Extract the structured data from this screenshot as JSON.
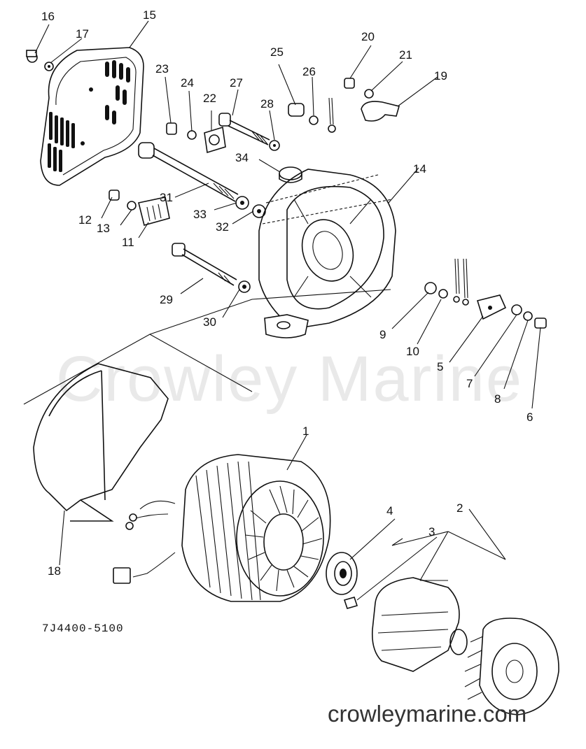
{
  "watermark": "Crowley Marine",
  "site_text": "crowleymarine.com",
  "diagram_code": "7J4400-5100",
  "callouts": [
    {
      "id": "16",
      "label": "16"
    },
    {
      "id": "17",
      "label": "17"
    },
    {
      "id": "15",
      "label": "15"
    },
    {
      "id": "23",
      "label": "23"
    },
    {
      "id": "24",
      "label": "24"
    },
    {
      "id": "22",
      "label": "22"
    },
    {
      "id": "27",
      "label": "27"
    },
    {
      "id": "28",
      "label": "28"
    },
    {
      "id": "25",
      "label": "25"
    },
    {
      "id": "26",
      "label": "26"
    },
    {
      "id": "20",
      "label": "20"
    },
    {
      "id": "21",
      "label": "21"
    },
    {
      "id": "19",
      "label": "19"
    },
    {
      "id": "34",
      "label": "34"
    },
    {
      "id": "14",
      "label": "14"
    },
    {
      "id": "31",
      "label": "31"
    },
    {
      "id": "12",
      "label": "12"
    },
    {
      "id": "13",
      "label": "13"
    },
    {
      "id": "33",
      "label": "33"
    },
    {
      "id": "32",
      "label": "32"
    },
    {
      "id": "11",
      "label": "11"
    },
    {
      "id": "29",
      "label": "29"
    },
    {
      "id": "30",
      "label": "30"
    },
    {
      "id": "9",
      "label": "9"
    },
    {
      "id": "10",
      "label": "10"
    },
    {
      "id": "5",
      "label": "5"
    },
    {
      "id": "7",
      "label": "7"
    },
    {
      "id": "8",
      "label": "8"
    },
    {
      "id": "6",
      "label": "6"
    },
    {
      "id": "1",
      "label": "1"
    },
    {
      "id": "4",
      "label": "4"
    },
    {
      "id": "2",
      "label": "2"
    },
    {
      "id": "3",
      "label": "3"
    },
    {
      "id": "18",
      "label": "18"
    }
  ]
}
